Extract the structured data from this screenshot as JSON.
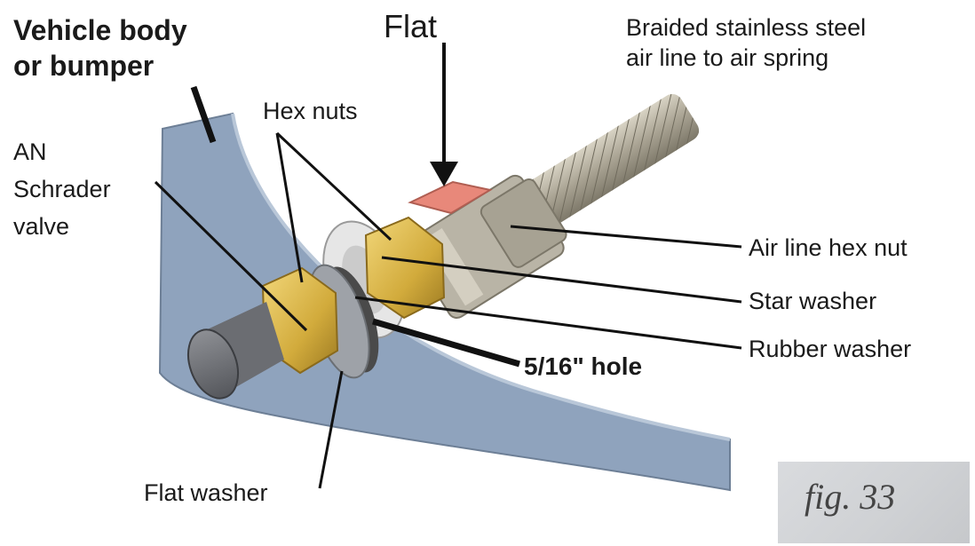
{
  "labels": {
    "vehicle_body_line1": "Vehicle body",
    "vehicle_body_line2": "or bumper",
    "flat": "Flat",
    "braided_line1": "Braided stainless steel",
    "braided_line2": "air line to air spring",
    "hex_nuts": "Hex nuts",
    "an_line1": "AN",
    "an_line2": "Schrader",
    "an_line3": "valve",
    "air_line_hex_nut": "Air line hex nut",
    "star_washer": "Star washer",
    "rubber_washer": "Rubber washer",
    "hole": "5/16\" hole",
    "flat_washer": "Flat washer"
  },
  "figure_caption": "fig. 33",
  "colors": {
    "body_panel": "#8fa3bd",
    "brass": "#d9b64a",
    "flat_marker": "#e8887a",
    "steel": "#b7b2a4",
    "leader": "#111111"
  }
}
